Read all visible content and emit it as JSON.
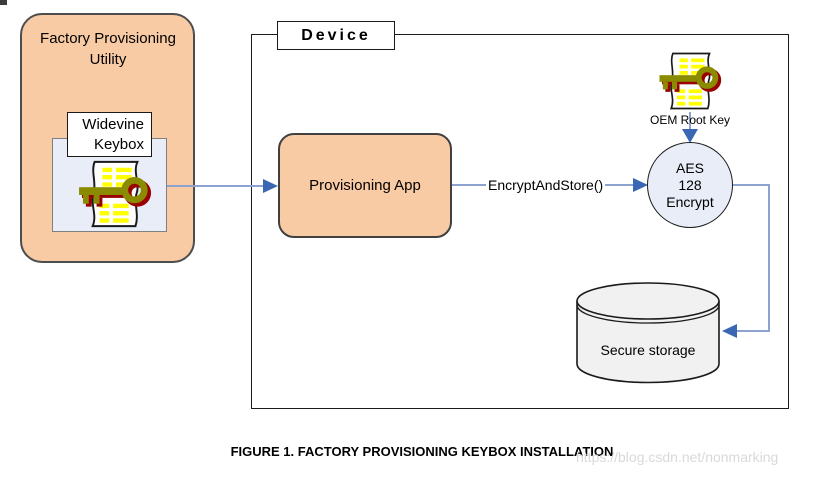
{
  "figure": {
    "caption": "FIGURE 1. FACTORY PROVISIONING KEYBOX INSTALLATION",
    "watermark": "https://blog.csdn.net/nonmarking"
  },
  "diagram": {
    "factory_utility": {
      "title": "Factory Provisioning Utility",
      "keybox_label": "Widevine Keybox",
      "icon": "document-with-key-icon"
    },
    "device": {
      "label": "Device"
    },
    "provisioning_app": {
      "label": "Provisioning App"
    },
    "flow": {
      "encrypt_call_label": "EncryptAndStore()"
    },
    "aes_encrypt": {
      "lines": [
        "AES",
        "128",
        "Encrypt"
      ]
    },
    "oem_root_key": {
      "label": "OEM Root Key",
      "icon": "document-with-key-icon"
    },
    "secure_storage": {
      "label": "Secure storage"
    },
    "colors": {
      "box_fill_orange": "#F9CBA4",
      "panel_fill_blue": "#E9EDF7",
      "cylinder_fill": "#F1F1F1",
      "connector_line": "#8DA2CE",
      "arrowhead": "#3A67B4",
      "key_olive": "#8B8B00",
      "key_shadow_red": "#990000",
      "document_highlight_yellow": "#FFFF00"
    }
  }
}
